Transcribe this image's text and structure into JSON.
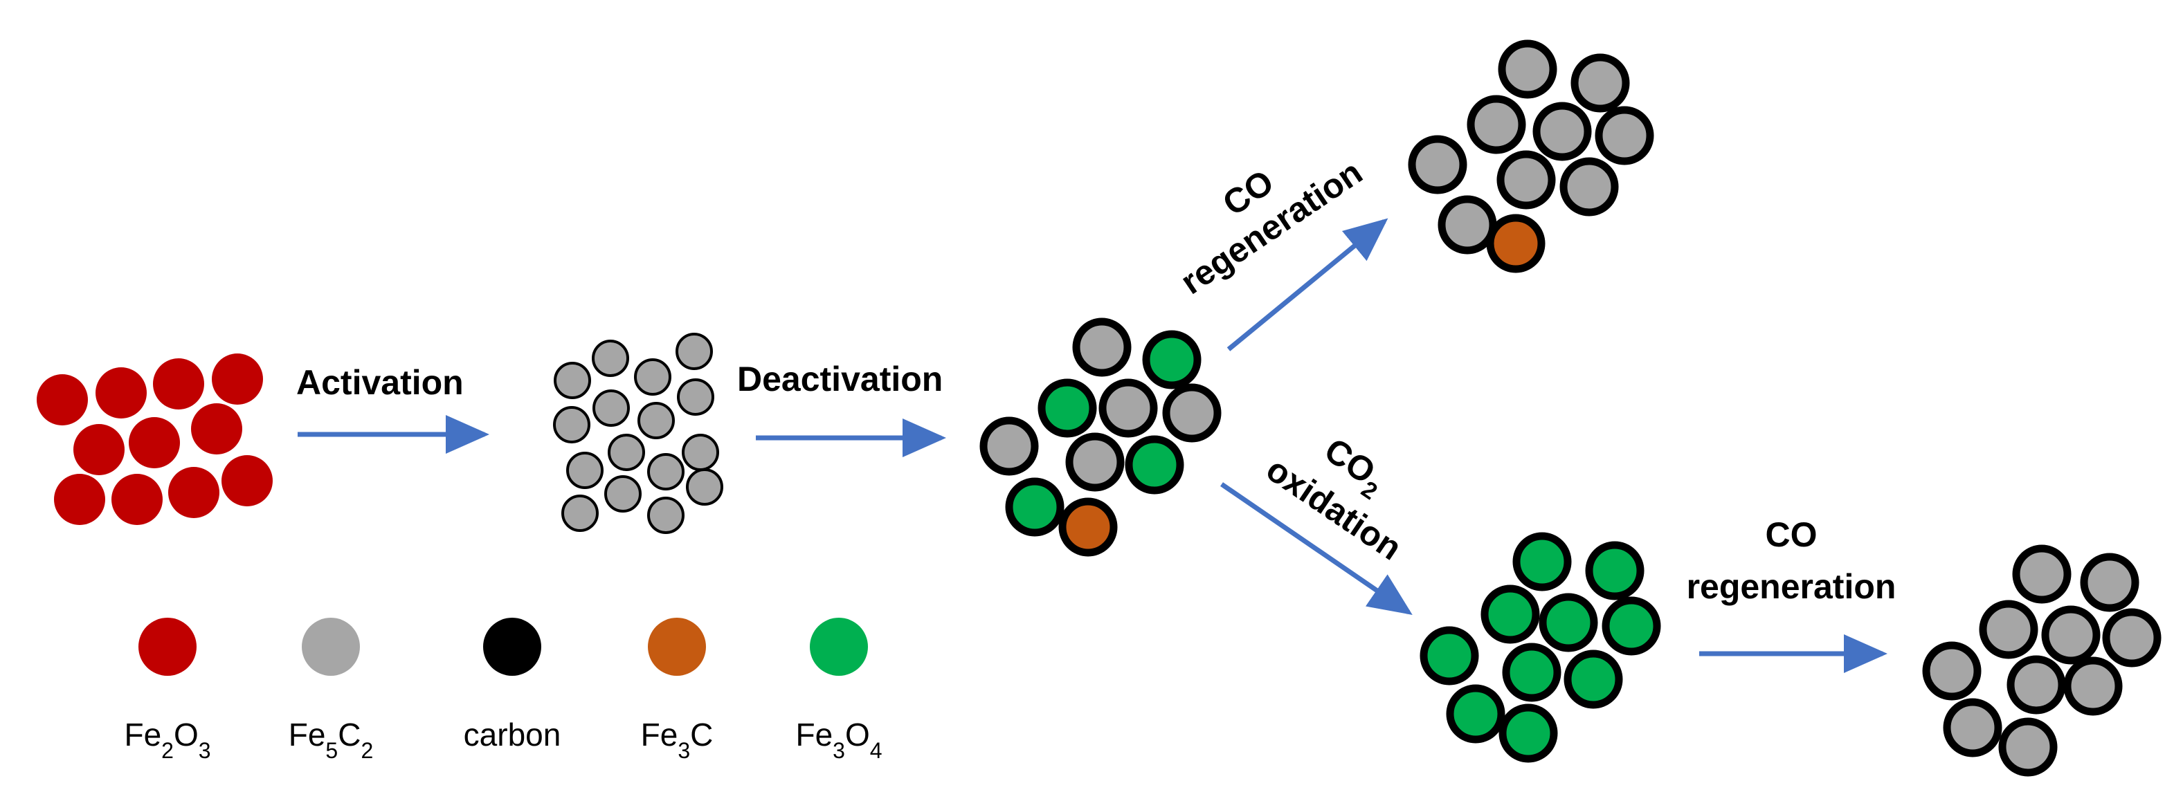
{
  "colors": {
    "fe2o3": "#c00000",
    "fe5c2": "#a6a6a6",
    "carbon": "#000000",
    "fe3c": "#c55a11",
    "fe3o4": "#00b050",
    "arrow": "#4472c4"
  },
  "labels": {
    "activation": "Activation",
    "deactivation": "Deactivation",
    "co_regen_1_line1": "CO",
    "co_regen_1_line2": "regeneration",
    "co2_ox_line1_main": "CO",
    "co2_ox_line1_sub": "2",
    "co2_ox_line2": "oxidation",
    "co_regen_2_line1": "CO",
    "co_regen_2_line2": "regeneration"
  },
  "legend": [
    {
      "key": "fe2o3",
      "parts": [
        [
          "Fe",
          ""
        ],
        [
          "2",
          "sub"
        ],
        [
          "O",
          ""
        ],
        [
          "3",
          "sub"
        ]
      ]
    },
    {
      "key": "fe5c2",
      "parts": [
        [
          "Fe",
          ""
        ],
        [
          "5",
          "sub"
        ],
        [
          "C",
          ""
        ],
        [
          "2",
          "sub"
        ]
      ]
    },
    {
      "key": "carbon",
      "parts": [
        [
          "carbon",
          ""
        ]
      ]
    },
    {
      "key": "fe3c",
      "parts": [
        [
          "Fe",
          ""
        ],
        [
          "3",
          "sub"
        ],
        [
          "C",
          ""
        ]
      ]
    },
    {
      "key": "fe3o4",
      "parts": [
        [
          "Fe",
          ""
        ],
        [
          "3",
          "sub"
        ],
        [
          "O",
          ""
        ],
        [
          "4",
          "sub"
        ]
      ]
    }
  ]
}
